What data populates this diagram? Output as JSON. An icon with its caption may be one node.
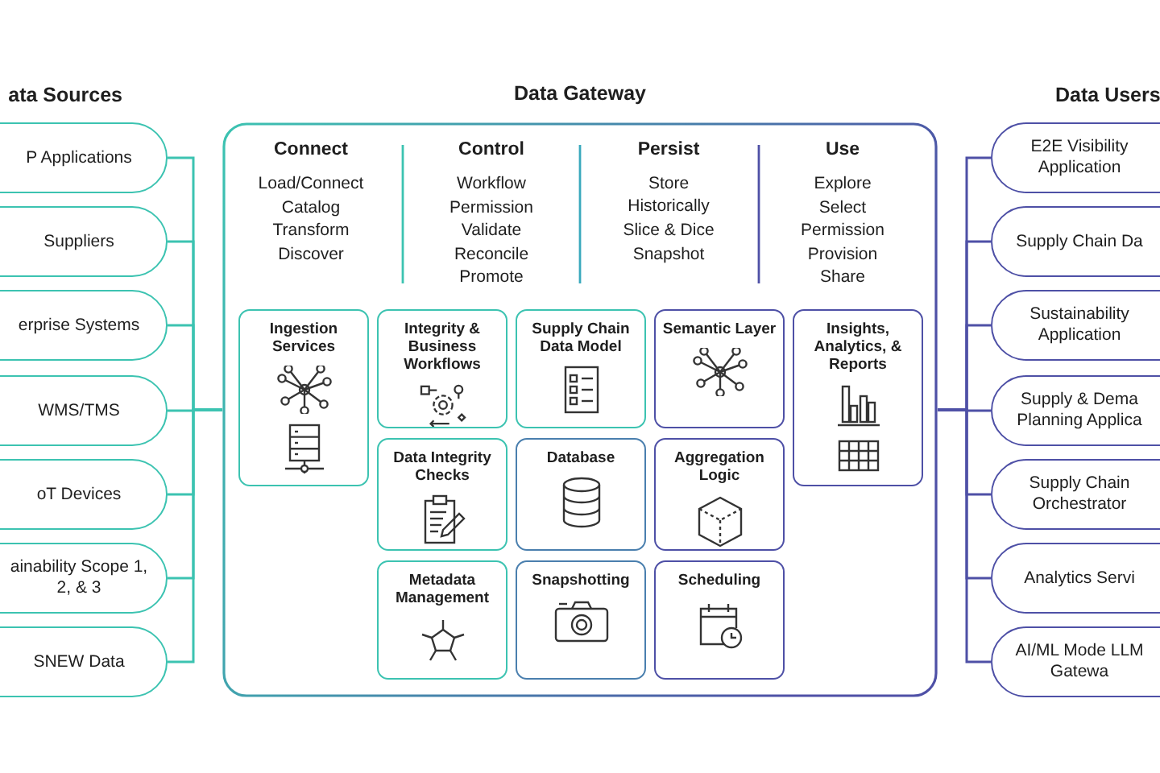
{
  "diagram": {
    "nodes": [
      {
        "text": [
          "P Applications"
        ]
      },
      {
        "text": [
          "Suppliers"
        ]
      },
      {
        "text": [
          "erprise Systems"
        ]
      },
      {
        "text": [
          "WMS/TMS"
        ]
      },
      {
        "text": [
          "oT Devices"
        ]
      },
      {
        "text": [
          "ainability Scope 1, 2, & 3"
        ]
      },
      {
        "text": [
          "SNEW Data"
        ]
      },
      {
        "text": [
          "Data Gateway"
        ]
      },
      {
        "text": [
          "Ingestion Services"
        ],
        "in": 7
      },
      {
        "text": [
          "Integrity & Business Workflows"
        ],
        "in": 7
      },
      {
        "text": [
          "Supply Chain Data Model"
        ],
        "in": 7
      },
      {
        "text": [
          "Semantic Layer"
        ],
        "in": 7
      },
      {
        "text": [
          "Insights, Analytics, & Reports"
        ],
        "in": 7
      },
      {
        "text": [
          "Data Integrity Checks"
        ],
        "in": 7
      },
      {
        "text": [
          "Database"
        ],
        "in": 7
      },
      {
        "text": [
          "Aggregation Logic"
        ],
        "in": 7
      },
      {
        "text": [
          "Metadata Management"
        ],
        "in": 7
      },
      {
        "text": [
          "Snapshotting"
        ],
        "in": 7
      },
      {
        "text": [
          "Scheduling"
        ],
        "in": 7
      },
      {
        "text": [
          "E2E Visibility Application"
        ]
      },
      {
        "text": [
          "Supply Chain Da"
        ]
      },
      {
        "text": [
          "Sustainability Application"
        ]
      },
      {
        "text": [
          "Supply & Dema Planning Applica"
        ]
      },
      {
        "text": [
          "Supply Chain Orchestrator"
        ]
      },
      {
        "text": [
          "Analytics Servi"
        ]
      },
      {
        "text": [
          "AI/ML Mode LLM Gatewa"
        ]
      }
    ],
    "edges": [
      {
        "from": 0,
        "to": 7,
        "arrow": "none"
      },
      {
        "from": 1,
        "to": 7,
        "arrow": "none"
      },
      {
        "from": 2,
        "to": 7,
        "arrow": "none"
      },
      {
        "from": 3,
        "to": 7,
        "arrow": "none"
      },
      {
        "from": 4,
        "to": 7,
        "arrow": "none"
      },
      {
        "from": 5,
        "to": 7,
        "arrow": "none"
      },
      {
        "from": 6,
        "to": 7,
        "arrow": "none"
      },
      {
        "from": 7,
        "to": 19,
        "arrow": "none",
        "color": "#4e50a6"
      },
      {
        "from": 7,
        "to": 20,
        "arrow": "none",
        "color": "#4e50a6"
      },
      {
        "from": 7,
        "to": 21,
        "arrow": "none",
        "color": "#4e50a6"
      },
      {
        "from": 7,
        "to": 22,
        "arrow": "none",
        "color": "#4e50a6"
      },
      {
        "from": 7,
        "to": 23,
        "arrow": "none",
        "color": "#4e50a6"
      },
      {
        "from": 7,
        "to": 24,
        "arrow": "none",
        "color": "#4e50a6"
      },
      {
        "from": 7,
        "to": 25,
        "arrow": "none",
        "color": "#4e50a6"
      }
    ],
    "labels": [
      "ata Sources",
      "Data Users",
      "Connect",
      "Load/Connect",
      "Catalog",
      "Transform",
      "Discover",
      "Control",
      "Workflow",
      "Permission",
      "Validate",
      "Reconcile",
      "Promote",
      "Persist",
      "Store Historically",
      "Slice & Dice",
      "Snapshot",
      "Use",
      "Explore",
      "Select",
      "Permission",
      "Provision",
      "Share"
    ]
  }
}
